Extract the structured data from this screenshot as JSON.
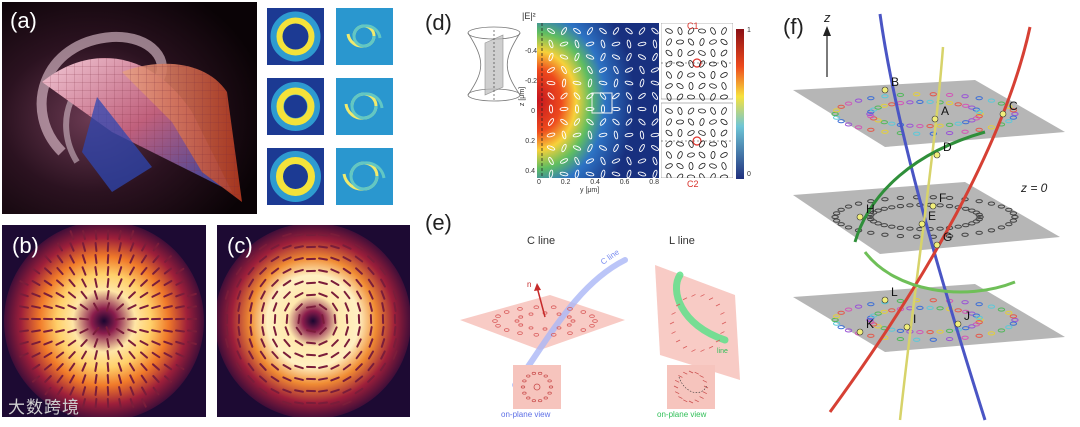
{
  "panels": {
    "a": {
      "label": "(a)"
    },
    "b": {
      "label": "(b)"
    },
    "c": {
      "label": "(c)"
    },
    "d": {
      "label": "(d)",
      "field_label": "|E|²",
      "x_axis_label": "y [μm]",
      "y_axis_label": "z [μm]",
      "x_ticks": [
        "0",
        "0.2",
        "0.4",
        "0.6",
        "0.8"
      ],
      "y_ticks": [
        "-0.4",
        "-0.2",
        "0",
        "0.2",
        "0.4"
      ],
      "colorbar_ticks": [
        "1",
        "0"
      ],
      "c1": "C1",
      "c2": "C2"
    },
    "e": {
      "label": "(e)",
      "c_title": "C line",
      "l_title": "L line",
      "c_line_tag": "C line",
      "l_line_tag": "line",
      "normal_tag": "n",
      "c_view": "on-plane view",
      "l_view": "on-plane view"
    },
    "f": {
      "label": "(f)",
      "axis_label": "z",
      "plane_label": "z = 0",
      "points": [
        "A",
        "B",
        "C",
        "D",
        "E",
        "F",
        "G",
        "H",
        "I",
        "J",
        "K",
        "L"
      ]
    }
  },
  "watermark": "大数跨境",
  "colors": {
    "c_line": "#7c8ef0",
    "l_line": "#39d86a",
    "c_view_text": "#5d6fe6",
    "l_view_text": "#2fbf57"
  }
}
